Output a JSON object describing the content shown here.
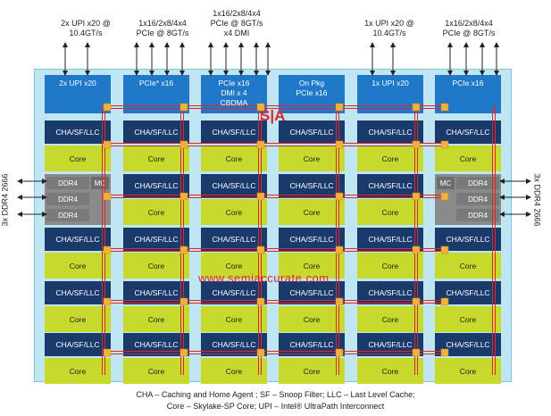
{
  "top_labels": [
    "2x UPI x20 @\n10.4GT/s",
    "1x16/2x8/4x4\nPCIe @ 8GT/s",
    "1x16/2x8/4x4\nPCIe @ 8GT/s\nx4 DMI",
    "1x UPI x20 @\n10.4GT/s",
    "1x16/2x8/4x4\nPCIe @ 8GT/s"
  ],
  "io_tiles": [
    "2x UPI x20",
    "PCIe* x16",
    "PCIe x16\nDMI x 4\nCBDMA",
    "On Pkg\nPCIe x16",
    "1x UPI x20",
    "PCIe x16"
  ],
  "side_labels": {
    "left": "3x DDR4 2666",
    "right": "3x DDR4 2666"
  },
  "ddr_labels": [
    "DDR4",
    "DDR4",
    "DDR4"
  ],
  "mc_label": "MC",
  "cha_label": "CHA/SF/LLC",
  "core_label": "Core",
  "watermark": "www.semiaccurate.com",
  "logo": "S|A",
  "legend": [
    "CHA – Caching and Home Agent ; SF – Snoop Filter; LLC – Last Level Cache;",
    "Core – Skylake-SP Core; UPI – Intel® UltraPath Interconnect"
  ],
  "colors": {
    "die": "#bfe6f2",
    "io_tile": "#1f78c8",
    "cha": "#1a3a6b",
    "core": "#c6d92c",
    "mesh": "#e0262a",
    "stop": "#f2b13a"
  }
}
